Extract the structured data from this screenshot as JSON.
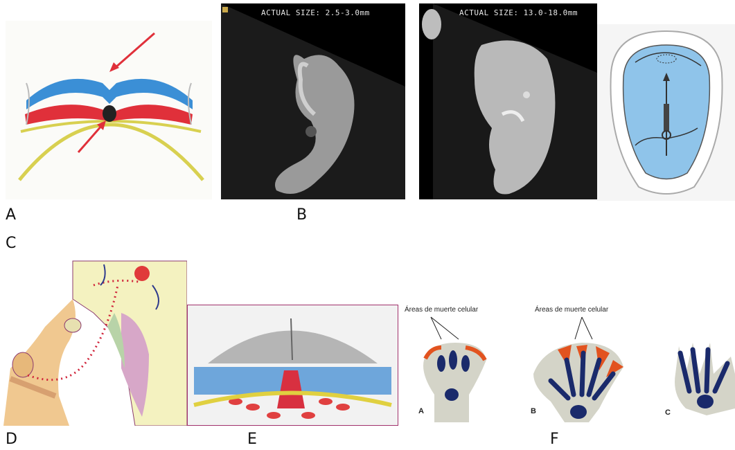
{
  "labels": {
    "a": "A",
    "b": "B",
    "c": "C",
    "d": "D",
    "e": "E",
    "f": "F"
  },
  "embryo_1": {
    "caption": "ACTUAL SIZE: 2.5-3.0mm"
  },
  "embryo_2": {
    "caption": "ACTUAL SIZE: 13.0-18.0mm"
  },
  "limb_panels": [
    {
      "caption": "Áreas de muerte celular",
      "letter": "A"
    },
    {
      "caption": "Áreas de muerte celular",
      "letter": "B"
    },
    {
      "letter": "C"
    }
  ],
  "colors": {
    "ectoderm": "#3b8fd6",
    "mesoderm": "#e0303a",
    "endoderm": "#d8d050",
    "cell_death": "#e2531f",
    "cartilage": "#1a2a6b"
  }
}
